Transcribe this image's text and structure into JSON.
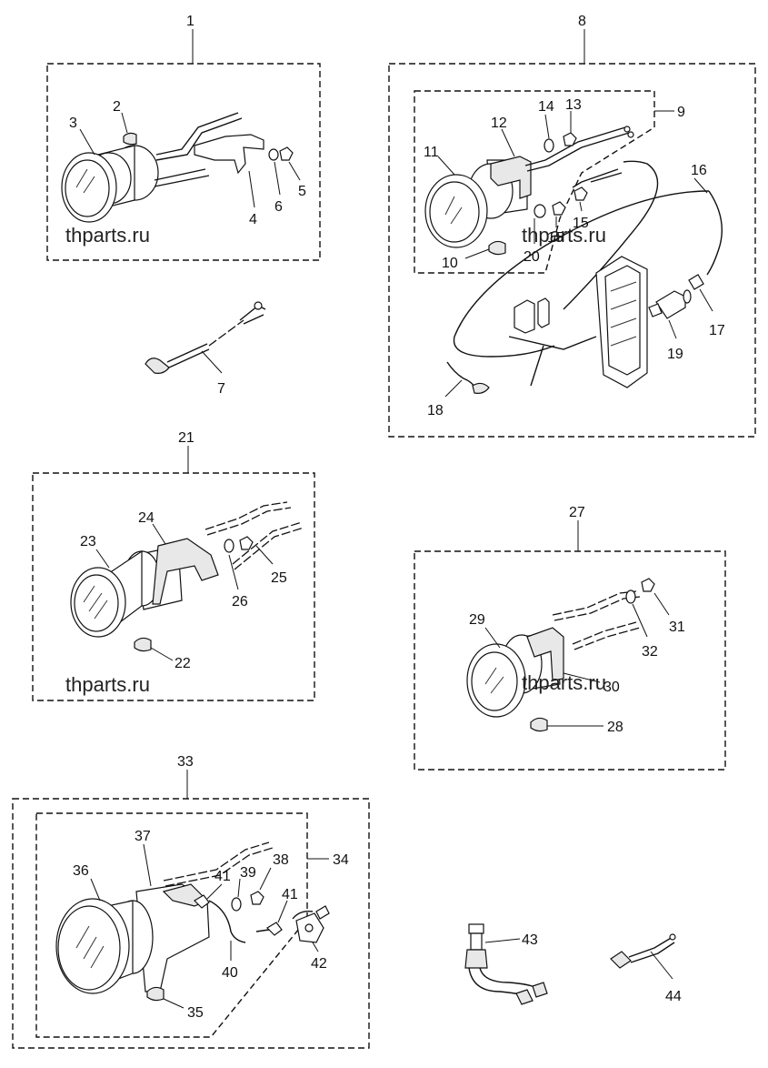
{
  "watermark": "thparts.ru",
  "colors": {
    "ink": "#111111",
    "background": "#ffffff"
  },
  "callouts": {
    "c1": "1",
    "c2": "2",
    "c3": "3",
    "c4": "4",
    "c5": "5",
    "c6": "6",
    "c7": "7",
    "c8": "8",
    "c9": "9",
    "c10": "10",
    "c11": "11",
    "c12": "12",
    "c13": "13",
    "c14": "14",
    "c15a": "15",
    "c15b": "15",
    "c16": "16",
    "c17": "17",
    "c18": "18",
    "c19": "19",
    "c20": "20",
    "c21": "21",
    "c22": "22",
    "c23": "23",
    "c24": "24",
    "c25": "25",
    "c26": "26",
    "c27": "27",
    "c28": "28",
    "c29": "29",
    "c30": "30",
    "c31": "31",
    "c32": "32",
    "c33": "33",
    "c34": "34",
    "c35": "35",
    "c36": "36",
    "c37": "37",
    "c38": "38",
    "c39": "39",
    "c40": "40",
    "c41a": "41",
    "c41b": "41",
    "c42": "42",
    "c43": "43",
    "c44": "44"
  }
}
